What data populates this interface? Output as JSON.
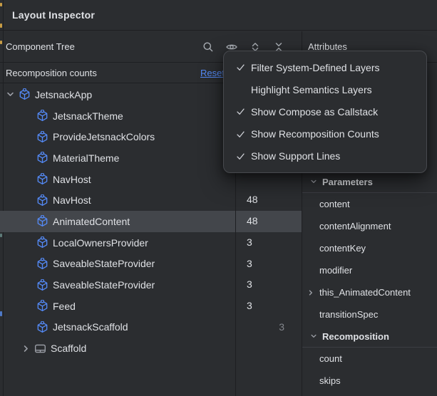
{
  "window": {
    "title": "Layout Inspector"
  },
  "component_tree": {
    "header": "Component Tree",
    "toolbar_icons": [
      {
        "name": "search-icon"
      },
      {
        "name": "eye-icon"
      },
      {
        "name": "expand-all-icon"
      },
      {
        "name": "collapse-all-icon"
      }
    ],
    "banner": {
      "label": "Recomposition counts",
      "reset_label": "Reset"
    },
    "rows": [
      {
        "label": "JetsnackApp",
        "icon": "compose-node-icon",
        "chevron": "down",
        "level": 0
      },
      {
        "label": "JetsnackTheme",
        "icon": "compose-node-icon",
        "level": 1
      },
      {
        "label": "ProvideJetsnackColors",
        "icon": "compose-node-icon",
        "level": 1
      },
      {
        "label": "MaterialTheme",
        "icon": "compose-node-icon",
        "level": 1
      },
      {
        "label": "NavHost",
        "icon": "compose-node-icon",
        "level": 1
      },
      {
        "label": "NavHost",
        "icon": "compose-node-icon",
        "level": 1,
        "count": "48"
      },
      {
        "label": "AnimatedContent",
        "icon": "compose-node-icon",
        "level": 1,
        "count": "48",
        "selected": true
      },
      {
        "label": "LocalOwnersProvider",
        "icon": "compose-node-icon",
        "level": 1,
        "count": "3"
      },
      {
        "label": "SaveableStateProvider",
        "icon": "compose-node-icon",
        "level": 1,
        "count": "3"
      },
      {
        "label": "SaveableStateProvider",
        "icon": "compose-node-icon",
        "level": 1,
        "count": "3"
      },
      {
        "label": "Feed",
        "icon": "compose-node-icon",
        "level": 1,
        "count": "3"
      },
      {
        "label": "JetsnackScaffold",
        "icon": "compose-node-icon",
        "level": 1,
        "count": "3",
        "count_dim": true
      },
      {
        "label": "Scaffold",
        "icon": "scaffold-layout-icon",
        "chevron": "right",
        "level": 1
      }
    ]
  },
  "context_menu": {
    "items": [
      {
        "label": "Filter System-Defined Layers",
        "checked": true
      },
      {
        "label": "Highlight Semantics Layers",
        "checked": false
      },
      {
        "label": "Show Compose as Callstack",
        "checked": true
      },
      {
        "label": "Show Recomposition Counts",
        "checked": true
      },
      {
        "label": "Show Support Lines",
        "checked": true
      }
    ]
  },
  "attributes_panel": {
    "header": "Attributes",
    "sections": [
      {
        "label": "Parameters",
        "items": [
          {
            "label": "content"
          },
          {
            "label": "contentAlignment"
          },
          {
            "label": "contentKey"
          },
          {
            "label": "modifier"
          },
          {
            "label": "this_AnimatedContent",
            "chevron": true
          },
          {
            "label": "transitionSpec"
          }
        ]
      },
      {
        "label": "Recomposition",
        "items": [
          {
            "label": "count"
          },
          {
            "label": "skips"
          }
        ]
      }
    ]
  },
  "colors": {
    "background": "#2b2d30",
    "panel_border": "#1e1f22",
    "selection": "#43464b",
    "text_primary": "#dfe1e5",
    "text_dim": "#83868c",
    "accent_blue": "#548af7",
    "icon_gray": "#9da0a8"
  }
}
